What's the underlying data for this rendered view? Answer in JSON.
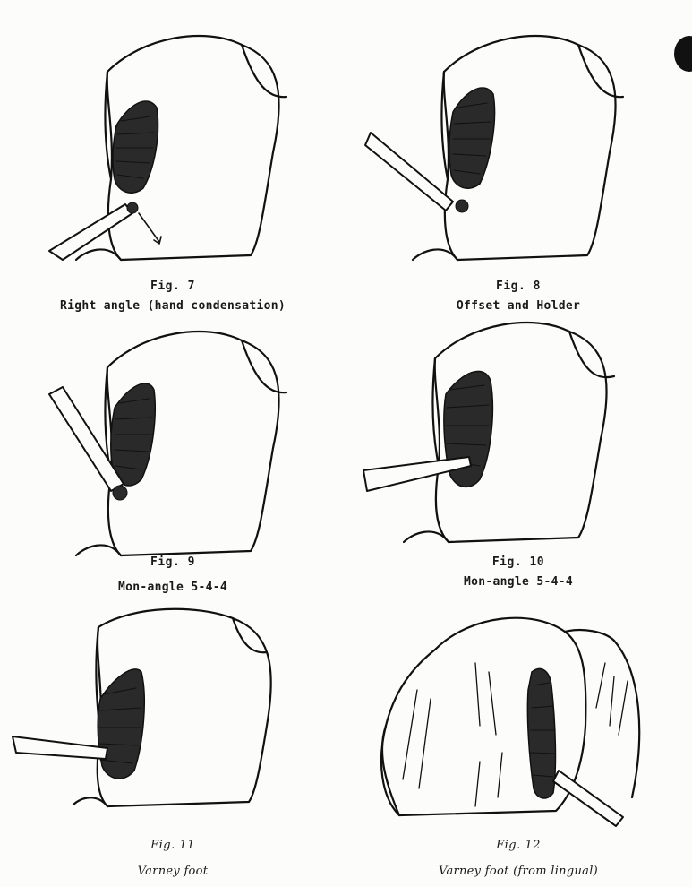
{
  "figures": [
    {
      "label": "Fig. 7",
      "caption": "Right angle (hand condensation)"
    },
    {
      "label": "Fig. 8",
      "caption": "Offset and Holder"
    },
    {
      "label": "Fig. 9",
      "caption": "Mon-angle  5-4-4"
    },
    {
      "label": "Fig. 10",
      "caption": "Mon-angle 5-4-4"
    },
    {
      "label": "Fig. 11",
      "caption": "Varney foot"
    },
    {
      "label": "Fig. 12",
      "caption": "Varney foot (from lingual)"
    }
  ]
}
